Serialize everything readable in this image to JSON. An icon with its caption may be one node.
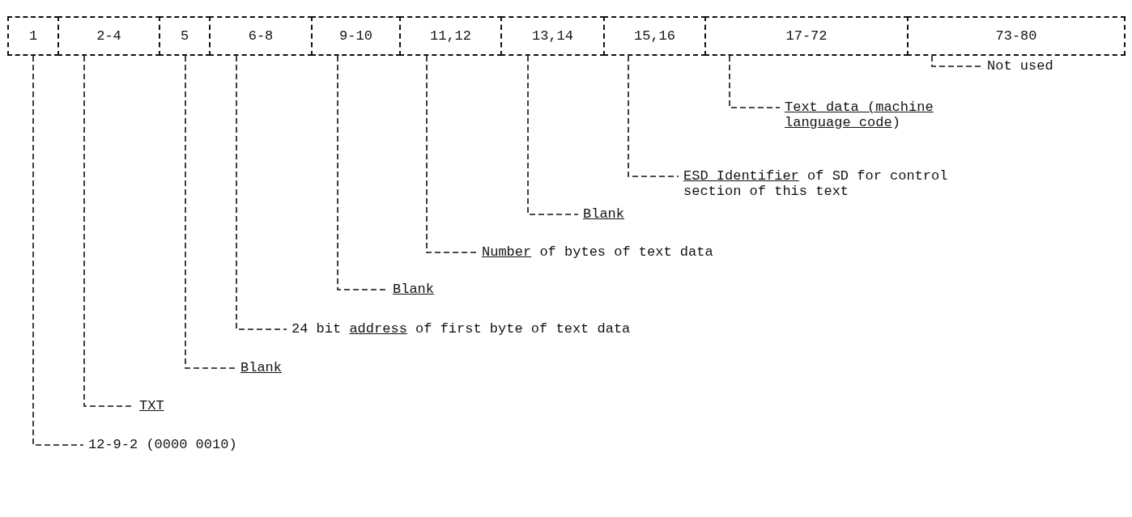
{
  "diagram": {
    "nodes": [
      {
        "text": [
          "1"
        ]
      },
      {
        "text": [
          "2-4"
        ]
      },
      {
        "text": [
          "5"
        ]
      },
      {
        "text": [
          "6-8"
        ]
      },
      {
        "text": [
          "9-10"
        ]
      },
      {
        "text": [
          "11,12"
        ]
      },
      {
        "text": [
          "13,14"
        ]
      },
      {
        "text": [
          "15,16"
        ]
      },
      {
        "text": [
          "17-72"
        ]
      },
      {
        "text": [
          "73-80"
        ]
      },
      {
        "text": [
          "Not used"
        ]
      },
      {
        "text": [
          "Text data (machine language code)"
        ]
      },
      {
        "text": [
          "ESD Identifier of SD for control section of this text"
        ]
      },
      {
        "text": [
          "Blank"
        ]
      },
      {
        "text": [
          "Number of bytes of text data"
        ]
      },
      {
        "text": [
          "Blank"
        ]
      },
      {
        "text": [
          "24 bit address of first byte of text data"
        ]
      },
      {
        "text": [
          "Blank"
        ]
      },
      {
        "text": [
          "TXT"
        ]
      },
      {
        "text": [
          "12-9-2 (0000 0010)"
        ]
      }
    ],
    "edges": [
      {
        "from": 9,
        "to": 10,
        "arrow": "none",
        "style": "dashed"
      },
      {
        "from": 8,
        "to": 11,
        "arrow": "none",
        "style": "dashed"
      },
      {
        "from": 7,
        "to": 12,
        "arrow": "none",
        "style": "dashed"
      },
      {
        "from": 6,
        "to": 13,
        "arrow": "none",
        "style": "dashed"
      },
      {
        "from": 5,
        "to": 14,
        "arrow": "none",
        "style": "dashed"
      },
      {
        "from": 4,
        "to": 15,
        "arrow": "none",
        "style": "dashed"
      },
      {
        "from": 3,
        "to": 16,
        "arrow": "none",
        "style": "dashed"
      },
      {
        "from": 2,
        "to": 17,
        "arrow": "none",
        "style": "dashed"
      },
      {
        "from": 1,
        "to": 18,
        "arrow": "none",
        "style": "dashed"
      },
      {
        "from": 0,
        "to": 19,
        "arrow": "none",
        "style": "dashed"
      }
    ]
  }
}
